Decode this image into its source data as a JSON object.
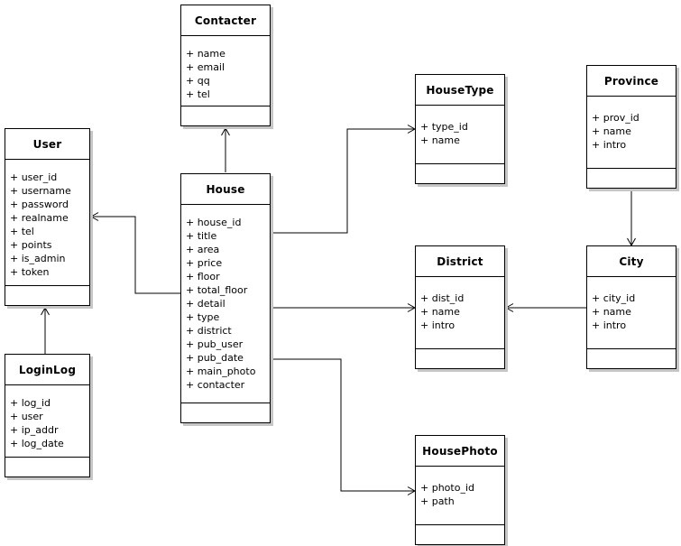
{
  "diagram": {
    "kind": "uml-class-diagram",
    "background_color": "#ffffff",
    "box_fill_color": "#ffffff",
    "border_color": "#000000",
    "shadow_color": "#c6c6c6",
    "text_color": "#000000"
  },
  "classes": [
    {
      "id": "contacter",
      "name": "Contacter",
      "attributes": [
        "+ name",
        "+ email",
        "+ qq",
        "+ tel"
      ]
    },
    {
      "id": "user",
      "name": "User",
      "attributes": [
        "+ user_id",
        "+ username",
        "+ password",
        "+ realname",
        "+ tel",
        "+ points",
        "+ is_admin",
        "+ token"
      ]
    },
    {
      "id": "house",
      "name": "House",
      "attributes": [
        "+ house_id",
        "+ title",
        "+ area",
        "+ price",
        "+ floor",
        "+ total_floor",
        "+ detail",
        "+ type",
        "+ district",
        "+ pub_user",
        "+ pub_date",
        "+ main_photo",
        "+ contacter"
      ]
    },
    {
      "id": "housetype",
      "name": "HouseType",
      "attributes": [
        "+ type_id",
        "+ name"
      ]
    },
    {
      "id": "province",
      "name": "Province",
      "attributes": [
        "+ prov_id",
        "+ name",
        "+ intro"
      ]
    },
    {
      "id": "district",
      "name": "District",
      "attributes": [
        "+ dist_id",
        "+ name",
        "+ intro"
      ]
    },
    {
      "id": "city",
      "name": "City",
      "attributes": [
        "+ city_id",
        "+ name",
        "+ intro"
      ]
    },
    {
      "id": "loginlog",
      "name": "LoginLog",
      "attributes": [
        "+ log_id",
        "+ user",
        "+ ip_addr",
        "+ log_date"
      ]
    },
    {
      "id": "housephoto",
      "name": "HousePhoto",
      "attributes": [
        "+ photo_id",
        "+ path"
      ]
    }
  ],
  "relations": [
    {
      "from": "House",
      "to": "Contacter"
    },
    {
      "from": "House",
      "to": "User"
    },
    {
      "from": "House",
      "to": "HouseType"
    },
    {
      "from": "House",
      "to": "District"
    },
    {
      "from": "House",
      "to": "HousePhoto"
    },
    {
      "from": "LoginLog",
      "to": "User"
    },
    {
      "from": "Province",
      "to": "City"
    },
    {
      "from": "City",
      "to": "District"
    }
  ]
}
